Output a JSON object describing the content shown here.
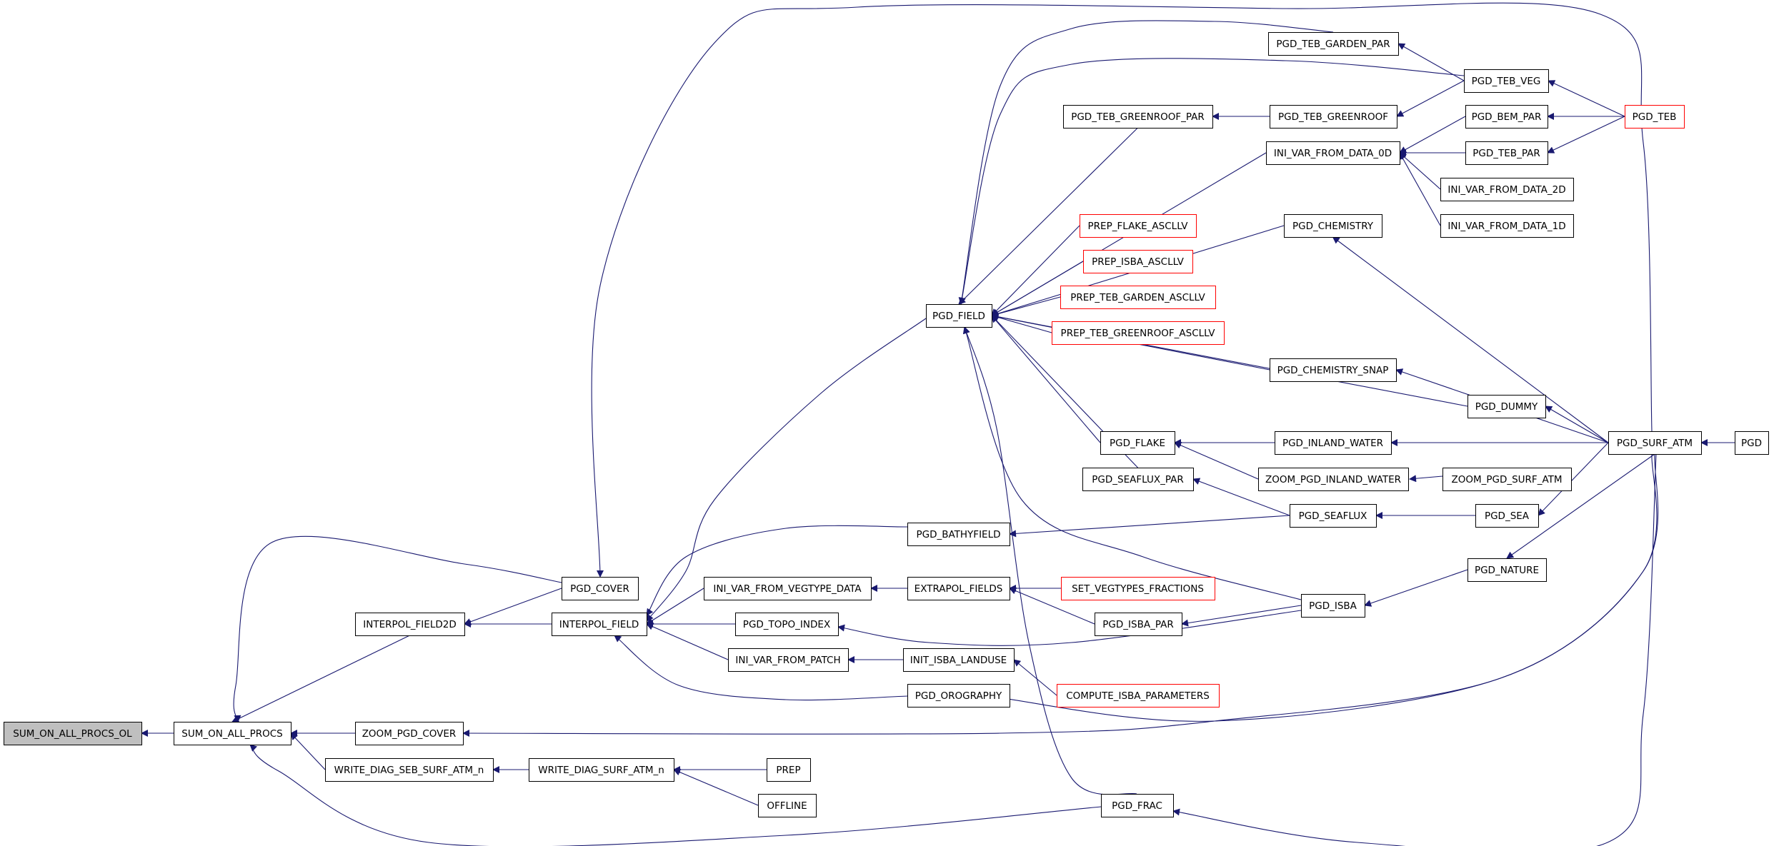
{
  "colors": {
    "edge": "#191970",
    "box_border": "#000000",
    "external_border": "#ff0000",
    "root_fill": "#bfbfbf",
    "box_fill": "#ffffff"
  },
  "nodes": [
    {
      "id": "SUM_ON_ALL_PROCS_OL",
      "label": "SUM_ON_ALL_PROCS_OL",
      "style": "root"
    },
    {
      "id": "SUM_ON_ALL_PROCS",
      "label": "SUM_ON_ALL_PROCS",
      "style": "normal"
    },
    {
      "id": "INTERPOL_FIELD2D",
      "label": "INTERPOL_FIELD2D",
      "style": "normal"
    },
    {
      "id": "PGD_COVER",
      "label": "PGD_COVER",
      "style": "normal"
    },
    {
      "id": "ZOOM_PGD_COVER",
      "label": "ZOOM_PGD_COVER",
      "style": "normal"
    },
    {
      "id": "WRITE_DIAG_SEB_SURF_ATM_n",
      "label": "WRITE_DIAG_SEB_SURF_ATM_n",
      "style": "normal"
    },
    {
      "id": "INTERPOL_FIELD",
      "label": "INTERPOL_FIELD",
      "style": "normal"
    },
    {
      "id": "WRITE_DIAG_SURF_ATM_n",
      "label": "WRITE_DIAG_SURF_ATM_n",
      "style": "normal"
    },
    {
      "id": "INI_VAR_FROM_VEGTYPE_DATA",
      "label": "INI_VAR_FROM_VEGTYPE_DATA",
      "style": "normal"
    },
    {
      "id": "PGD_TOPO_INDEX",
      "label": "PGD_TOPO_INDEX",
      "style": "normal"
    },
    {
      "id": "INI_VAR_FROM_PATCH",
      "label": "INI_VAR_FROM_PATCH",
      "style": "normal"
    },
    {
      "id": "PREP",
      "label": "PREP",
      "style": "normal"
    },
    {
      "id": "OFFLINE",
      "label": "OFFLINE",
      "style": "normal"
    },
    {
      "id": "PGD_BATHYFIELD",
      "label": "PGD_BATHYFIELD",
      "style": "normal"
    },
    {
      "id": "EXTRAPOL_FIELDS",
      "label": "EXTRAPOL_FIELDS",
      "style": "normal"
    },
    {
      "id": "INIT_ISBA_LANDUSE",
      "label": "INIT_ISBA_LANDUSE",
      "style": "normal"
    },
    {
      "id": "PGD_OROGRAPHY",
      "label": "PGD_OROGRAPHY",
      "style": "normal"
    },
    {
      "id": "PGD_FIELD",
      "label": "PGD_FIELD",
      "style": "normal"
    },
    {
      "id": "PGD_TEB_GREENROOF_PAR",
      "label": "PGD_TEB_GREENROOF_PAR",
      "style": "normal"
    },
    {
      "id": "PREP_FLAKE_ASCLLV",
      "label": "PREP_FLAKE_ASCLLV",
      "style": "external"
    },
    {
      "id": "PREP_ISBA_ASCLLV",
      "label": "PREP_ISBA_ASCLLV",
      "style": "external"
    },
    {
      "id": "PREP_TEB_GARDEN_ASCLLV",
      "label": "PREP_TEB_GARDEN_ASCLLV",
      "style": "external"
    },
    {
      "id": "PREP_TEB_GREENROOF_ASCLLV",
      "label": "PREP_TEB_GREENROOF_ASCLLV",
      "style": "external"
    },
    {
      "id": "PGD_FLAKE",
      "label": "PGD_FLAKE",
      "style": "normal"
    },
    {
      "id": "PGD_SEAFLUX_PAR",
      "label": "PGD_SEAFLUX_PAR",
      "style": "normal"
    },
    {
      "id": "SET_VEGTYPES_FRACTIONS",
      "label": "SET_VEGTYPES_FRACTIONS",
      "style": "external"
    },
    {
      "id": "PGD_ISBA_PAR",
      "label": "PGD_ISBA_PAR",
      "style": "normal"
    },
    {
      "id": "COMPUTE_ISBA_PARAMETERS",
      "label": "COMPUTE_ISBA_PARAMETERS",
      "style": "external"
    },
    {
      "id": "PGD_FRAC",
      "label": "PGD_FRAC",
      "style": "normal"
    },
    {
      "id": "PGD_TEB_GARDEN_PAR",
      "label": "PGD_TEB_GARDEN_PAR",
      "style": "normal"
    },
    {
      "id": "PGD_TEB_GREENROOF",
      "label": "PGD_TEB_GREENROOF",
      "style": "normal"
    },
    {
      "id": "INI_VAR_FROM_DATA_0D",
      "label": "INI_VAR_FROM_DATA_0D",
      "style": "normal"
    },
    {
      "id": "PGD_CHEMISTRY",
      "label": "PGD_CHEMISTRY",
      "style": "normal"
    },
    {
      "id": "PGD_CHEMISTRY_SNAP",
      "label": "PGD_CHEMISTRY_SNAP",
      "style": "normal"
    },
    {
      "id": "PGD_INLAND_WATER",
      "label": "PGD_INLAND_WATER",
      "style": "normal"
    },
    {
      "id": "ZOOM_PGD_INLAND_WATER",
      "label": "ZOOM_PGD_INLAND_WATER",
      "style": "normal"
    },
    {
      "id": "PGD_SEAFLUX",
      "label": "PGD_SEAFLUX",
      "style": "normal"
    },
    {
      "id": "PGD_ISBA",
      "label": "PGD_ISBA",
      "style": "normal"
    },
    {
      "id": "PGD_TEB_VEG",
      "label": "PGD_TEB_VEG",
      "style": "normal"
    },
    {
      "id": "PGD_BEM_PAR",
      "label": "PGD_BEM_PAR",
      "style": "normal"
    },
    {
      "id": "PGD_TEB_PAR",
      "label": "PGD_TEB_PAR",
      "style": "normal"
    },
    {
      "id": "INI_VAR_FROM_DATA_2D",
      "label": "INI_VAR_FROM_DATA_2D",
      "style": "normal"
    },
    {
      "id": "INI_VAR_FROM_DATA_1D",
      "label": "INI_VAR_FROM_DATA_1D",
      "style": "normal"
    },
    {
      "id": "PGD_DUMMY",
      "label": "PGD_DUMMY",
      "style": "normal"
    },
    {
      "id": "ZOOM_PGD_SURF_ATM",
      "label": "ZOOM_PGD_SURF_ATM",
      "style": "normal"
    },
    {
      "id": "PGD_SEA",
      "label": "PGD_SEA",
      "style": "normal"
    },
    {
      "id": "PGD_NATURE",
      "label": "PGD_NATURE",
      "style": "normal"
    },
    {
      "id": "PGD_TEB",
      "label": "PGD_TEB",
      "style": "external"
    },
    {
      "id": "PGD_SURF_ATM",
      "label": "PGD_SURF_ATM",
      "style": "normal"
    },
    {
      "id": "PGD",
      "label": "PGD",
      "style": "normal"
    }
  ],
  "edges": [
    {
      "from": "SUM_ON_ALL_PROCS",
      "to": "SUM_ON_ALL_PROCS_OL"
    },
    {
      "from": "INTERPOL_FIELD2D",
      "to": "SUM_ON_ALL_PROCS"
    },
    {
      "from": "PGD_COVER",
      "to": "SUM_ON_ALL_PROCS"
    },
    {
      "from": "ZOOM_PGD_COVER",
      "to": "SUM_ON_ALL_PROCS"
    },
    {
      "from": "WRITE_DIAG_SEB_SURF_ATM_n",
      "to": "SUM_ON_ALL_PROCS"
    },
    {
      "from": "PGD_FRAC",
      "to": "SUM_ON_ALL_PROCS"
    },
    {
      "from": "PGD_COVER",
      "to": "INTERPOL_FIELD2D"
    },
    {
      "from": "INTERPOL_FIELD",
      "to": "INTERPOL_FIELD2D"
    },
    {
      "from": "PGD_SURF_ATM",
      "to": "PGD_COVER"
    },
    {
      "from": "PGD_SURF_ATM",
      "to": "ZOOM_PGD_COVER"
    },
    {
      "from": "WRITE_DIAG_SURF_ATM_n",
      "to": "WRITE_DIAG_SEB_SURF_ATM_n"
    },
    {
      "from": "PGD_BATHYFIELD",
      "to": "INTERPOL_FIELD"
    },
    {
      "from": "INI_VAR_FROM_VEGTYPE_DATA",
      "to": "INTERPOL_FIELD"
    },
    {
      "from": "PGD_TOPO_INDEX",
      "to": "INTERPOL_FIELD"
    },
    {
      "from": "INI_VAR_FROM_PATCH",
      "to": "INTERPOL_FIELD"
    },
    {
      "from": "PGD_OROGRAPHY",
      "to": "INTERPOL_FIELD"
    },
    {
      "from": "PGD_FIELD",
      "to": "INTERPOL_FIELD"
    },
    {
      "from": "PREP",
      "to": "WRITE_DIAG_SURF_ATM_n"
    },
    {
      "from": "OFFLINE",
      "to": "WRITE_DIAG_SURF_ATM_n"
    },
    {
      "from": "EXTRAPOL_FIELDS",
      "to": "INI_VAR_FROM_VEGTYPE_DATA"
    },
    {
      "from": "PGD_ISBA",
      "to": "PGD_TOPO_INDEX"
    },
    {
      "from": "INIT_ISBA_LANDUSE",
      "to": "INI_VAR_FROM_PATCH"
    },
    {
      "from": "PGD_SEAFLUX",
      "to": "PGD_BATHYFIELD"
    },
    {
      "from": "SET_VEGTYPES_FRACTIONS",
      "to": "EXTRAPOL_FIELDS"
    },
    {
      "from": "PGD_ISBA_PAR",
      "to": "EXTRAPOL_FIELDS"
    },
    {
      "from": "COMPUTE_ISBA_PARAMETERS",
      "to": "INIT_ISBA_LANDUSE"
    },
    {
      "from": "PGD_SURF_ATM",
      "to": "PGD_OROGRAPHY"
    },
    {
      "from": "PGD_TEB_GREENROOF_PAR",
      "to": "PGD_FIELD"
    },
    {
      "from": "PGD_TEB_GARDEN_PAR",
      "to": "PGD_FIELD"
    },
    {
      "from": "PGD_TEB_VEG",
      "to": "PGD_FIELD"
    },
    {
      "from": "INI_VAR_FROM_DATA_0D",
      "to": "PGD_FIELD"
    },
    {
      "from": "PGD_CHEMISTRY",
      "to": "PGD_FIELD"
    },
    {
      "from": "PREP_FLAKE_ASCLLV",
      "to": "PGD_FIELD"
    },
    {
      "from": "PREP_ISBA_ASCLLV",
      "to": "PGD_FIELD"
    },
    {
      "from": "PREP_TEB_GARDEN_ASCLLV",
      "to": "PGD_FIELD"
    },
    {
      "from": "PREP_TEB_GREENROOF_ASCLLV",
      "to": "PGD_FIELD"
    },
    {
      "from": "PGD_CHEMISTRY_SNAP",
      "to": "PGD_FIELD"
    },
    {
      "from": "PGD_DUMMY",
      "to": "PGD_FIELD"
    },
    {
      "from": "PGD_FLAKE",
      "to": "PGD_FIELD"
    },
    {
      "from": "PGD_SEAFLUX_PAR",
      "to": "PGD_FIELD"
    },
    {
      "from": "PGD_ISBA",
      "to": "PGD_FIELD"
    },
    {
      "from": "PGD_FRAC",
      "to": "PGD_FIELD"
    },
    {
      "from": "PGD_TEB_GREENROOF",
      "to": "PGD_TEB_GREENROOF_PAR"
    },
    {
      "from": "PGD_INLAND_WATER",
      "to": "PGD_FLAKE"
    },
    {
      "from": "ZOOM_PGD_INLAND_WATER",
      "to": "PGD_FLAKE"
    },
    {
      "from": "PGD_SEAFLUX",
      "to": "PGD_SEAFLUX_PAR"
    },
    {
      "from": "PGD_ISBA",
      "to": "PGD_ISBA_PAR"
    },
    {
      "from": "PGD_SURF_ATM",
      "to": "PGD_FRAC"
    },
    {
      "from": "PGD_TEB_VEG",
      "to": "PGD_TEB_GARDEN_PAR"
    },
    {
      "from": "PGD_TEB_VEG",
      "to": "PGD_TEB_GREENROOF"
    },
    {
      "from": "PGD_BEM_PAR",
      "to": "INI_VAR_FROM_DATA_0D"
    },
    {
      "from": "PGD_TEB_PAR",
      "to": "INI_VAR_FROM_DATA_0D"
    },
    {
      "from": "INI_VAR_FROM_DATA_2D",
      "to": "INI_VAR_FROM_DATA_0D"
    },
    {
      "from": "INI_VAR_FROM_DATA_1D",
      "to": "INI_VAR_FROM_DATA_0D"
    },
    {
      "from": "PGD_SURF_ATM",
      "to": "PGD_CHEMISTRY"
    },
    {
      "from": "PGD_SURF_ATM",
      "to": "PGD_CHEMISTRY_SNAP"
    },
    {
      "from": "PGD_SURF_ATM",
      "to": "PGD_INLAND_WATER"
    },
    {
      "from": "ZOOM_PGD_SURF_ATM",
      "to": "ZOOM_PGD_INLAND_WATER"
    },
    {
      "from": "PGD_SEA",
      "to": "PGD_SEAFLUX"
    },
    {
      "from": "PGD_NATURE",
      "to": "PGD_ISBA"
    },
    {
      "from": "PGD_TEB",
      "to": "PGD_TEB_VEG"
    },
    {
      "from": "PGD_TEB",
      "to": "PGD_BEM_PAR"
    },
    {
      "from": "PGD_TEB",
      "to": "PGD_TEB_PAR"
    },
    {
      "from": "PGD_SURF_ATM",
      "to": "PGD_DUMMY"
    },
    {
      "from": "PGD_SURF_ATM",
      "to": "PGD_SEA"
    },
    {
      "from": "PGD_SURF_ATM",
      "to": "PGD_NATURE"
    },
    {
      "from": "PGD",
      "to": "PGD_SURF_ATM"
    }
  ]
}
